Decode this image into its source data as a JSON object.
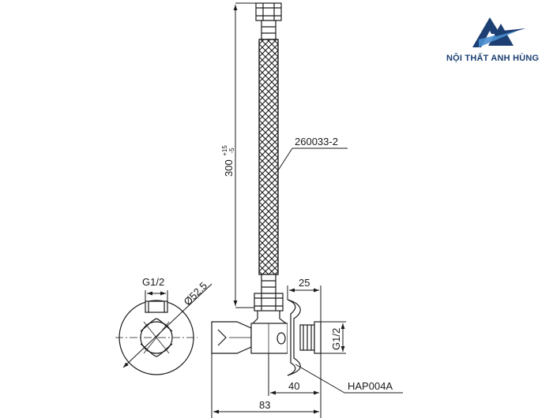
{
  "brand": {
    "name": "NỘI THẤT ANH HÙNG",
    "colors": {
      "dark": "#1d3f73",
      "light": "#4a8fd0"
    }
  },
  "drawing": {
    "line_color": "#1a1a1a",
    "hose_height": {
      "value": "300",
      "tol_upper": "+15",
      "tol_lower": "-5"
    },
    "hose_part": "260033-2",
    "thread_left": "G1/2",
    "thread_right": "G1/2",
    "flange_diameter": "Ø52.5",
    "dim_25": "25",
    "dim_40": "40",
    "dim_83": "83",
    "valve_part": "HAP004A"
  }
}
